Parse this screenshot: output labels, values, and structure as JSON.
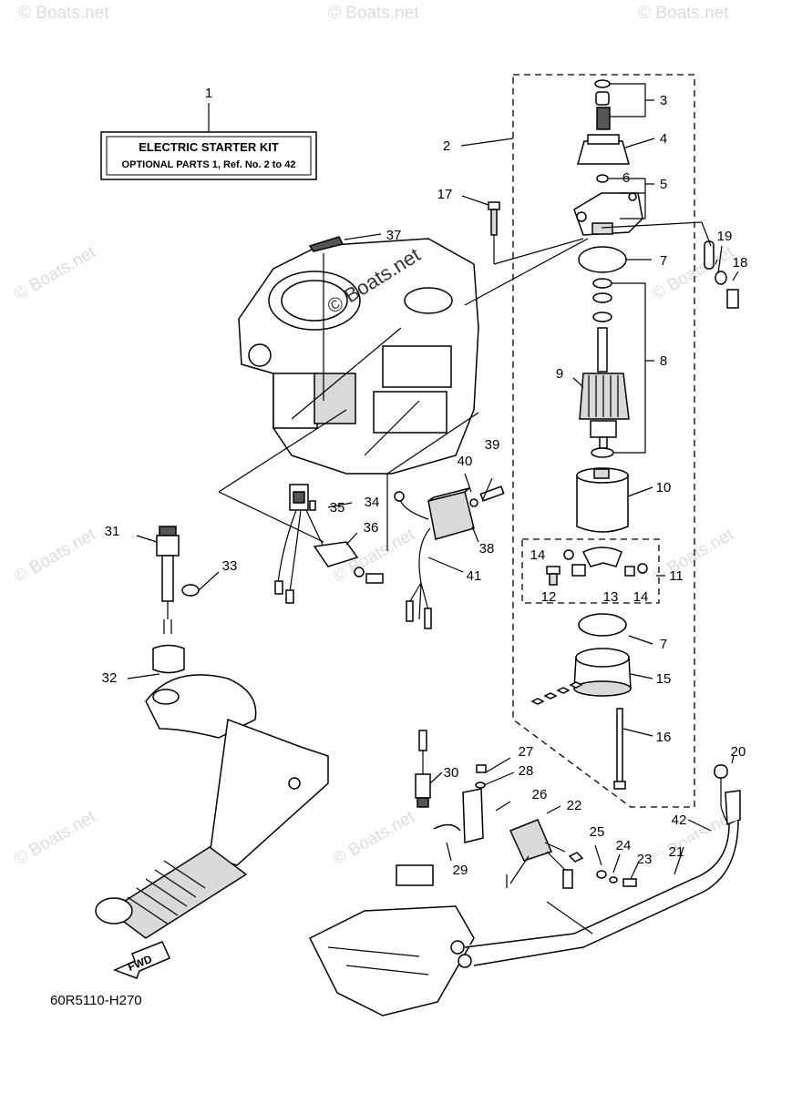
{
  "kit_box": {
    "title": "ELECTRIC STARTER KIT",
    "subtitle": "OPTIONAL PARTS 1,  Ref. No. 2 to 42"
  },
  "callouts": {
    "c1": "1",
    "c2": "2",
    "c3": "3",
    "c4": "4",
    "c5": "5",
    "c6": "6",
    "c7a": "7",
    "c7b": "7",
    "c8": "8",
    "c9": "9",
    "c10": "10",
    "c11": "11",
    "c12": "12",
    "c13": "13",
    "c14a": "14",
    "c14b": "14",
    "c15": "15",
    "c16": "16",
    "c17": "17",
    "c18": "18",
    "c19": "19",
    "c20": "20",
    "c21": "21",
    "c22": "22",
    "c23": "23",
    "c24": "24",
    "c25": "25",
    "c26": "26",
    "c27": "27",
    "c28": "28",
    "c29": "29",
    "c30": "30",
    "c31": "31",
    "c32": "32",
    "c33": "33",
    "c34": "34",
    "c35": "35",
    "c36": "36",
    "c37": "37",
    "c38": "38",
    "c39": "39",
    "c40": "40",
    "c41": "41",
    "c42": "42"
  },
  "fwd_label": "FWD",
  "diagram_code": "60R5110-H270",
  "watermark": {
    "main": "© Boats.net",
    "faint": "© Boats.net"
  }
}
